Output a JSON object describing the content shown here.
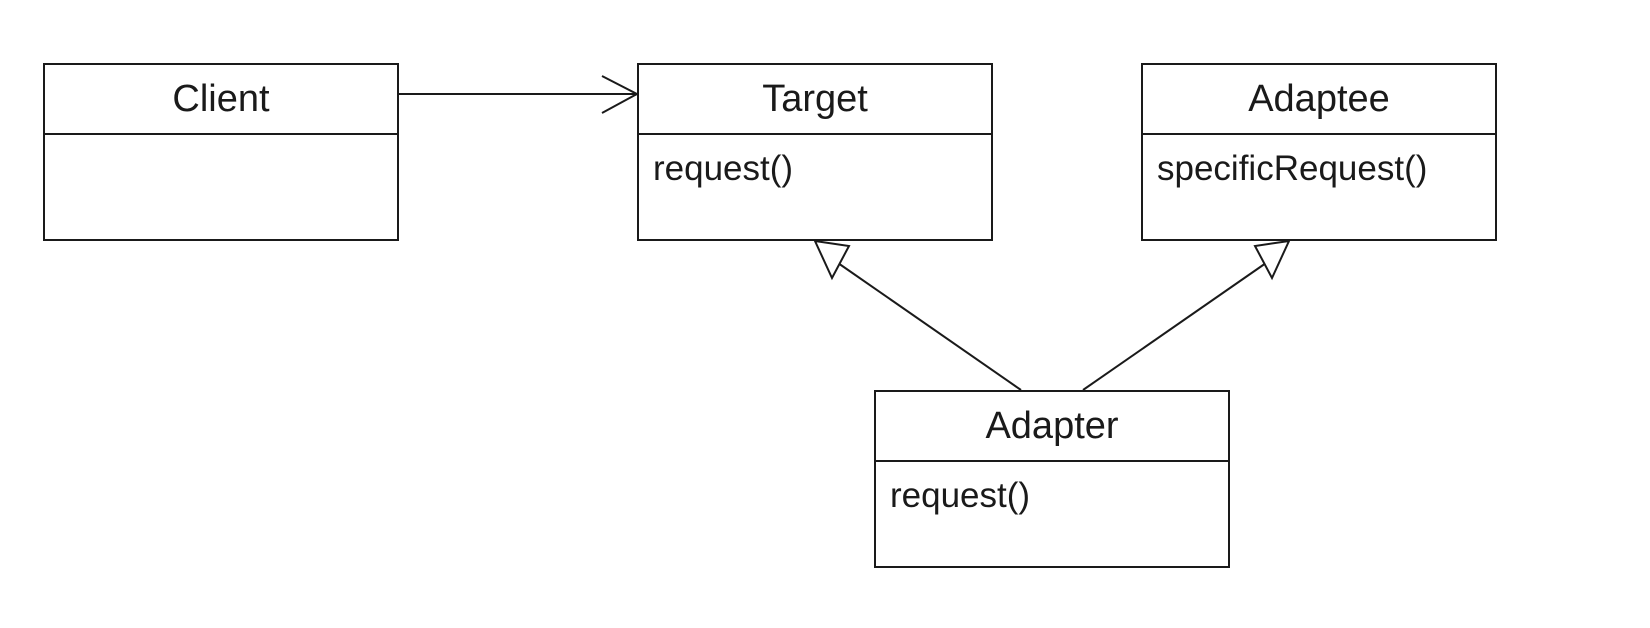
{
  "diagram": {
    "classes": {
      "client": {
        "name": "Client",
        "operations": []
      },
      "target": {
        "name": "Target",
        "operations": [
          "request()"
        ]
      },
      "adaptee": {
        "name": "Adaptee",
        "operations": [
          "specificRequest()"
        ]
      },
      "adapter": {
        "name": "Adapter",
        "operations": [
          "request()"
        ]
      }
    },
    "relations": [
      {
        "from": "client",
        "to": "target",
        "kind": "association"
      },
      {
        "from": "adapter",
        "to": "target",
        "kind": "generalization"
      },
      {
        "from": "adapter",
        "to": "adaptee",
        "kind": "generalization"
      }
    ]
  }
}
